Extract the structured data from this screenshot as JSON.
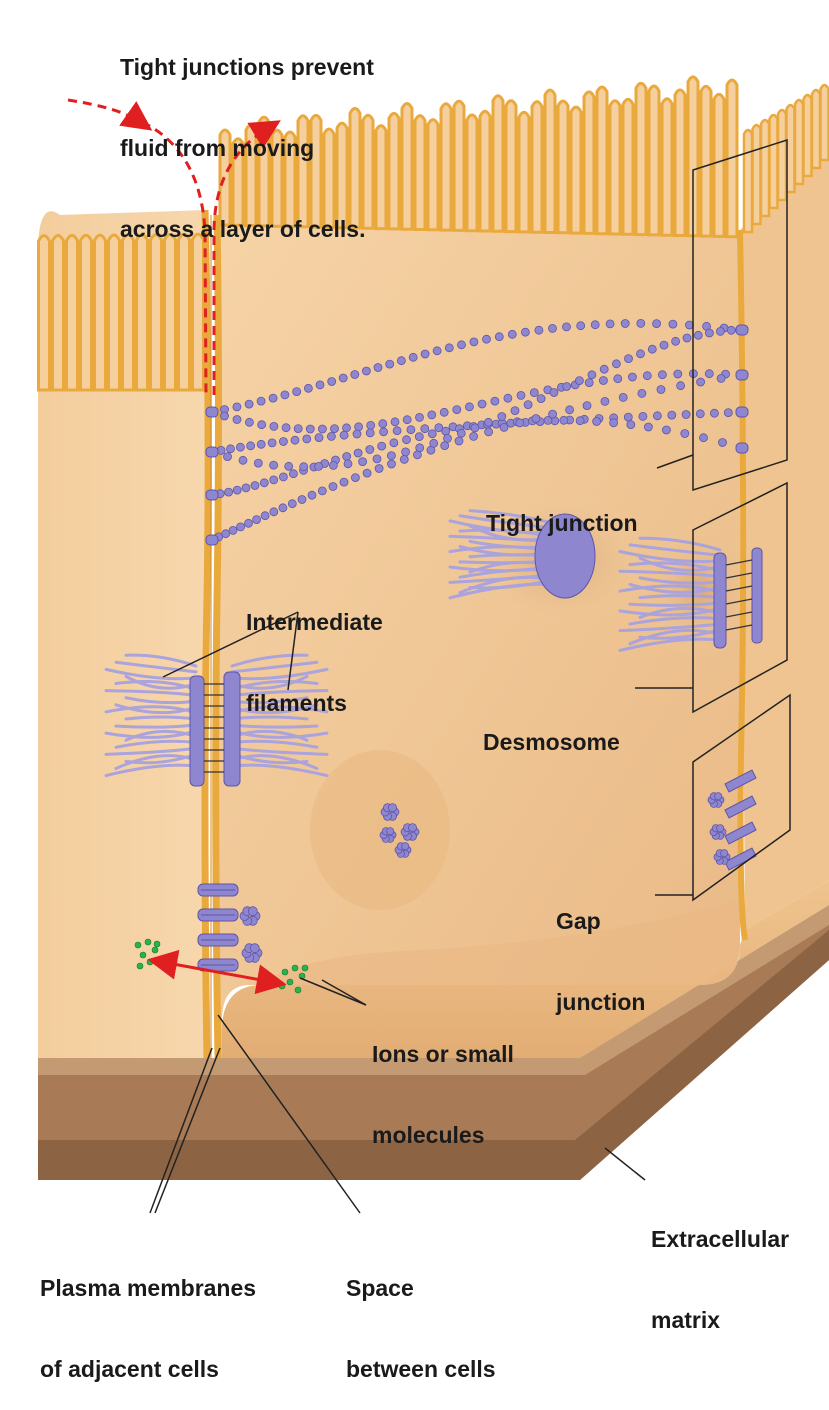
{
  "title": {
    "line1": "Tight junctions prevent",
    "line2": "fluid from moving",
    "line3": "across a layer of cells."
  },
  "labels": {
    "tight_junction": "Tight junction",
    "intermediate_filaments": {
      "line1": "Intermediate",
      "line2": "filaments"
    },
    "desmosome": "Desmosome",
    "gap_junction": {
      "line1": "Gap",
      "line2": "junction"
    },
    "ions": {
      "line1": "Ions or small",
      "line2": "molecules"
    },
    "extracellular_matrix": {
      "line1": "Extracellular",
      "line2": "matrix"
    },
    "plasma_membranes": {
      "line1": "Plasma membranes",
      "line2": "of adjacent cells"
    },
    "space_between": {
      "line1": "Space",
      "line2": "between cells"
    }
  },
  "colors": {
    "cell": "#f5cf9e",
    "cell_shade": "#e8b77e",
    "membrane": "#e9a93c",
    "protein": "#8e86cf",
    "protein_dark": "#5d55a8",
    "fluid_arrow": "#e02020",
    "ion": "#2bb24c",
    "matrix": "#b48660"
  }
}
